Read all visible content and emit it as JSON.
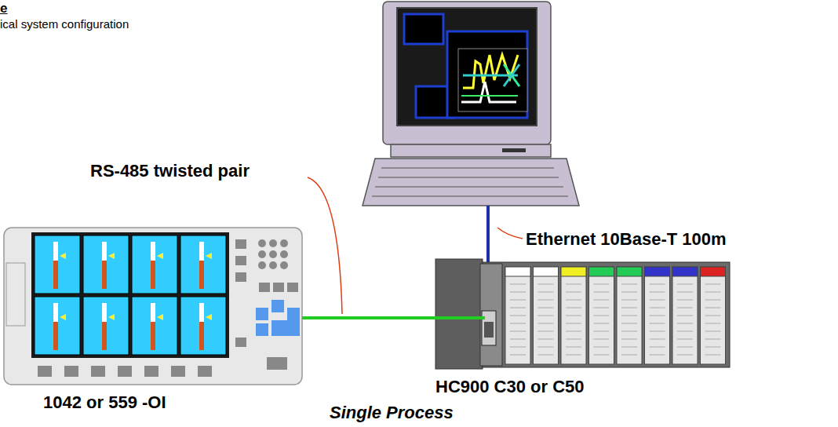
{
  "diagram": {
    "caption": "Single Process",
    "nodes": [
      {
        "text": [
          "1042 or 559 -OI"
        ]
      },
      {
        "text": [
          "HC900 C30 or C50"
        ]
      }
    ],
    "edges": [
      {
        "from": 0,
        "to": 1,
        "arrow": "none",
        "label": "RS-485 twisted pair"
      }
    ],
    "labels": [
      "e",
      "ical system configuration",
      "Ethernet 10Base-T 100m"
    ]
  }
}
